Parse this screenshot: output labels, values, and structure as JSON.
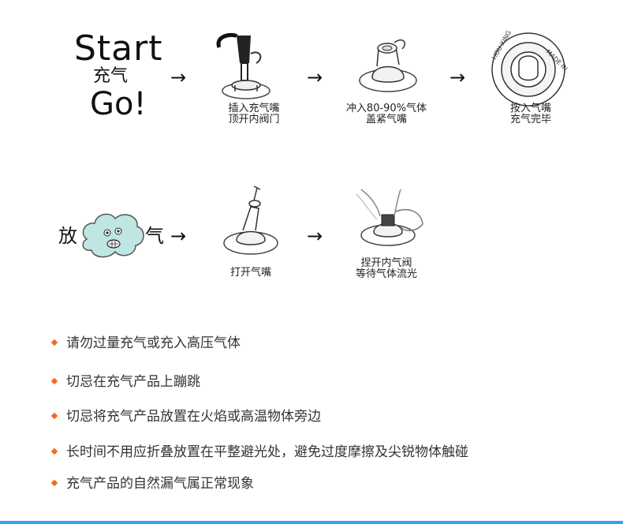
{
  "row1": {
    "start_title": "Start",
    "start_cn": "充气",
    "go": "Go!",
    "step1_caption_line1": "插入充气嘴",
    "step1_caption_line2": "顶开内阀门",
    "step2_caption_line1": "冲入80-90%气体",
    "step2_caption_line2": "盖紧气嘴",
    "step3_caption_line1": "按入气嘴",
    "step3_caption_line2": "充气完毕",
    "valve_stamp_text": "MADE IN",
    "valve_stamp_text_2": "HOU XING"
  },
  "row2": {
    "fang": "放",
    "qi": "气",
    "step1_caption": "打开气嘴",
    "step2_caption_line1": "捏开内气阀",
    "step2_caption_line2": "等待气体流光"
  },
  "arrow_glyph": "→",
  "tips": [
    "请勿过量充气或充入高压气体",
    "切忌在充气产品上蹦跳",
    "切忌将充气产品放置在火焰或高温物体旁边",
    "长时间不用应折叠放置在平整避光处，避免过度摩擦及尖锐物体触碰",
    "充气产品的自然漏气属正常现象"
  ],
  "colors": {
    "bullet": "#f26a21",
    "bottom_line": "#2fa8e8",
    "cloud_fill": "#bfe6e3"
  }
}
